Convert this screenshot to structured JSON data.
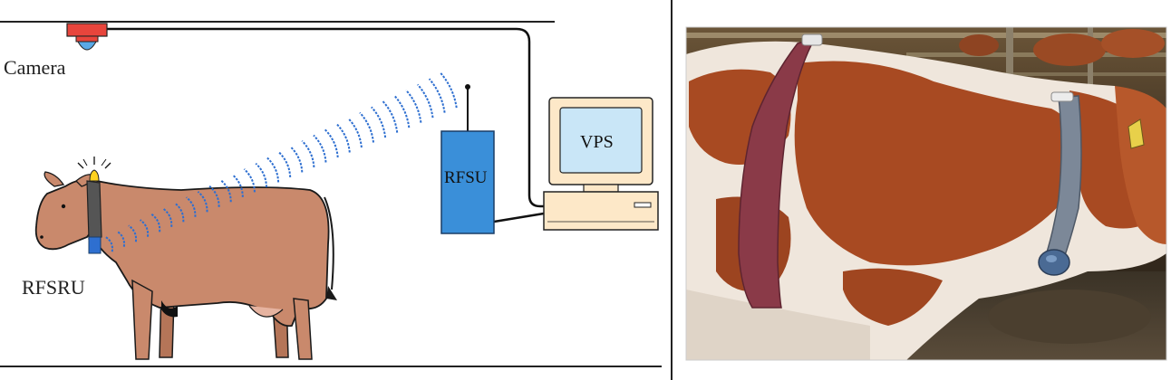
{
  "diagram": {
    "labels": {
      "camera": "Camera",
      "vps": "VPS",
      "rfsu": "RFSU",
      "rfsru": "RFSRU"
    },
    "colors": {
      "cow_body": "#c9896c",
      "outline": "#1a1a1a",
      "signal": "#2e6fd0",
      "unit_box": "#3a8fd9",
      "camera_body": "#e8453c",
      "camera_lens": "#5aa9e6",
      "computer_shell": "#fde8c8",
      "monitor_screen": "#c9e6f7",
      "tag": "#ffd21f",
      "collar": "#555555"
    }
  },
  "photo": {
    "subject": "cow wearing collar and girth belt with sensor tags",
    "colors": {
      "coat_red": "#a84a22",
      "coat_white": "#efe6dc",
      "belt": "#8a3a48",
      "collar": "#7c8898",
      "background": "#3a2e20"
    }
  }
}
